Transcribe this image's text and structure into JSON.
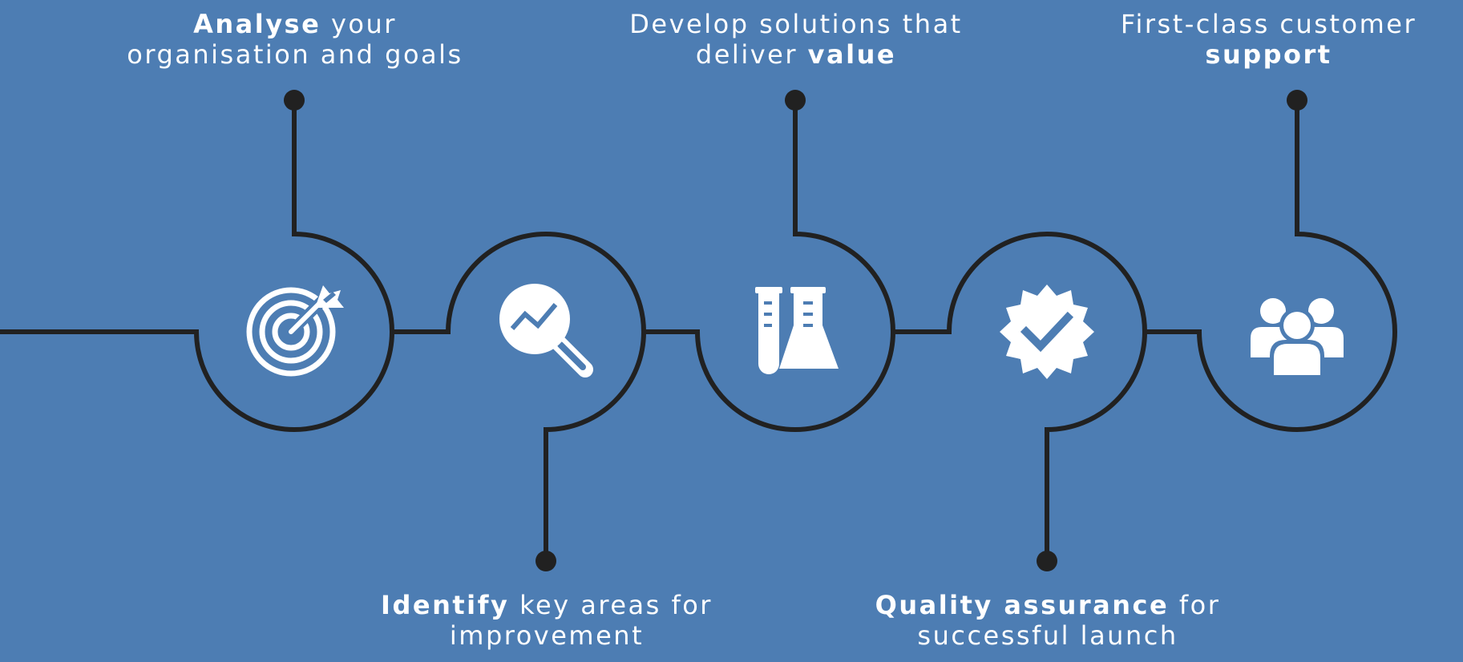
{
  "steps": [
    {
      "icon": "target-icon",
      "label_lines": [
        [
          {
            "text": "Analyse",
            "bold": true
          },
          {
            "text": " your",
            "bold": false
          }
        ],
        [
          {
            "text": "organisation and goals",
            "bold": false
          }
        ]
      ]
    },
    {
      "icon": "magnifier-chart-icon",
      "label_lines": [
        [
          {
            "text": "Identify",
            "bold": true
          },
          {
            "text": " key areas for",
            "bold": false
          }
        ],
        [
          {
            "text": "improvement",
            "bold": false
          }
        ]
      ]
    },
    {
      "icon": "lab-flask-icon",
      "label_lines": [
        [
          {
            "text": "Develop solutions that",
            "bold": false
          }
        ],
        [
          {
            "text": "deliver ",
            "bold": false
          },
          {
            "text": "value",
            "bold": true
          }
        ]
      ]
    },
    {
      "icon": "verified-badge-icon",
      "label_lines": [
        [
          {
            "text": "Quality assurance",
            "bold": true
          },
          {
            "text": " for",
            "bold": false
          }
        ],
        [
          {
            "text": "successful launch",
            "bold": false
          }
        ]
      ]
    },
    {
      "icon": "team-people-icon",
      "label_lines": [
        [
          {
            "text": "First-class customer",
            "bold": false
          }
        ],
        [
          {
            "text": "support",
            "bold": true
          }
        ]
      ]
    }
  ],
  "colors": {
    "background": "#4d7db3",
    "line": "#212121",
    "text": "#ffffff"
  }
}
